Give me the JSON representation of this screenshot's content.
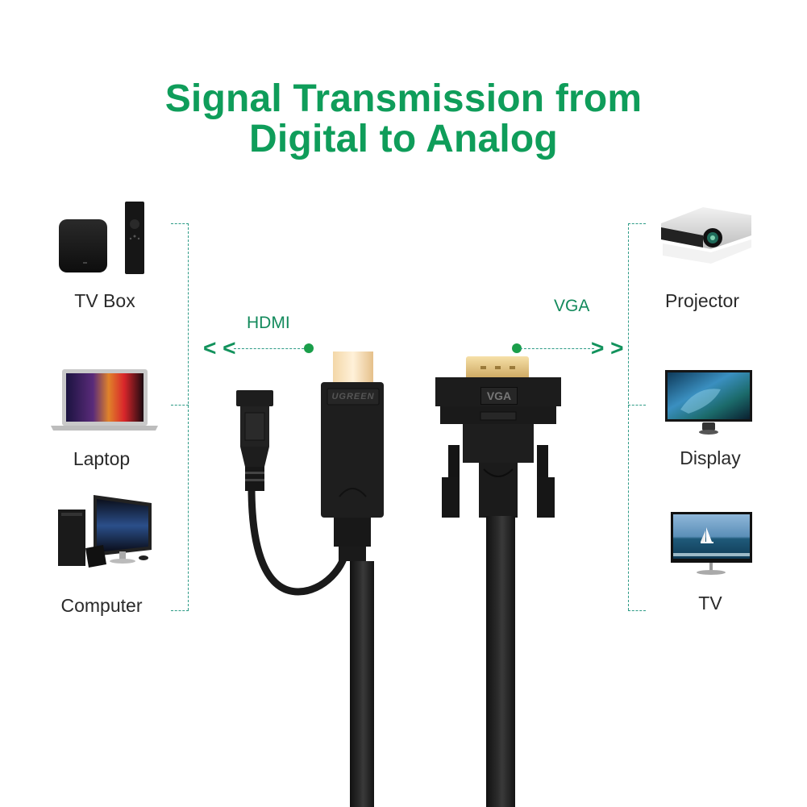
{
  "title": {
    "line1": "Signal Transmission from",
    "line2": "Digital to Analog",
    "color": "#0f9d5a"
  },
  "ports": {
    "input": {
      "label": "HDMI",
      "direction": "left"
    },
    "output": {
      "label": "VGA",
      "direction": "right"
    }
  },
  "source_devices": [
    {
      "label": "TV Box",
      "icon": "tv-box-icon"
    },
    {
      "label": "Laptop",
      "icon": "laptop-icon"
    },
    {
      "label": "Computer",
      "icon": "desktop-computer-icon"
    }
  ],
  "target_devices": [
    {
      "label": "Projector",
      "icon": "projector-icon"
    },
    {
      "label": "Display",
      "icon": "monitor-icon"
    },
    {
      "label": "TV",
      "icon": "tv-icon"
    }
  ],
  "connectors": {
    "hdmi_brand": "UGREEN",
    "vga_marking": "VGA"
  },
  "glyphs": {
    "left_chevrons": "< <",
    "right_chevrons": "> >"
  }
}
